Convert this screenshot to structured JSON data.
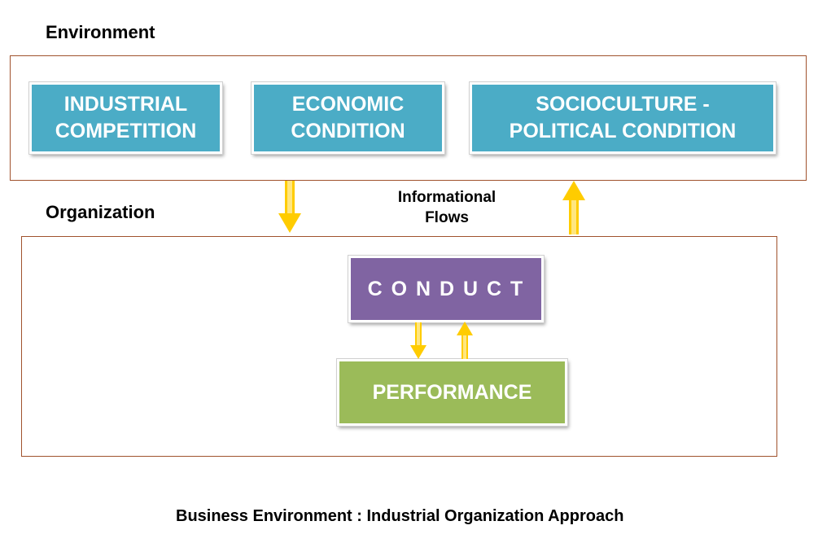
{
  "environment": {
    "label": "Environment",
    "boxes": [
      {
        "text": "INDUSTRIAL\nCOMPETITION"
      },
      {
        "text": "ECONOMIC\nCONDITION"
      },
      {
        "text": "SOCIOCULTURE  -\nPOLITICAL  CONDITION"
      }
    ],
    "box_color": "#4BACC6"
  },
  "organization": {
    "label": "Organization",
    "conduct": "C O N D U C T",
    "conduct_color": "#8064A2",
    "performance": "PERFORMANCE",
    "performance_color": "#9BBB59"
  },
  "flows": {
    "label": "Informational\nFlows",
    "arrow_color": "#FFCC00"
  },
  "caption": "Business Environment : Industrial Organization Approach",
  "colors": {
    "frame_border": "#A0522D"
  }
}
